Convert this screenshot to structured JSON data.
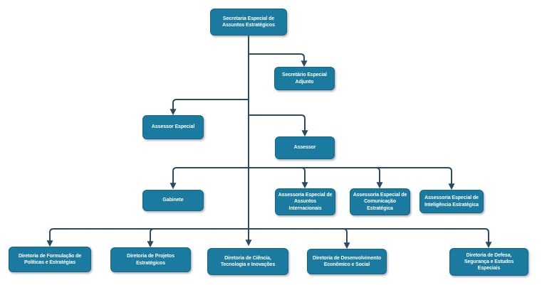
{
  "diagram": {
    "type": "org_chart",
    "colors": {
      "node_fill": "#1b7aa0",
      "node_text": "#ffffff",
      "connector": "#2b4a63",
      "background": "#ffffff"
    }
  },
  "nodes": [
    {
      "id": "root",
      "label": "Secretaria Especial de\nAssuntos Estratégicos",
      "parent": null,
      "level": 1
    },
    {
      "id": "secretario-adjunto",
      "label": "Secretário Especial\nAdjunto",
      "parent": "root",
      "level": 2
    },
    {
      "id": "assessor-especial",
      "label": "Assessor Especial",
      "parent": "root",
      "level": 3
    },
    {
      "id": "assessor",
      "label": "Assessor",
      "parent": "root",
      "level": 4
    },
    {
      "id": "gabinete",
      "label": "Gabinete",
      "parent": "root",
      "level": 5
    },
    {
      "id": "assuntos-internacionais",
      "label": "Assessoria Especial de\nAssuntos\nInternacionais",
      "parent": "root",
      "level": 5
    },
    {
      "id": "comunicacao-estrategica",
      "label": "Assessoria Especial de\nComunicação\nEstratégica",
      "parent": "root",
      "level": 5
    },
    {
      "id": "inteligencia-estrategica",
      "label": "Assessoria Especial de\nInteligência Estratégica",
      "parent": "root",
      "level": 5
    },
    {
      "id": "formulacao-politicas",
      "label": "Diretoria de Formulação de\nPolíticas e Estratégias",
      "parent": "root",
      "level": 6
    },
    {
      "id": "projetos-estrategicos",
      "label": "Diretoria de Projetos\nEstratégicos",
      "parent": "root",
      "level": 6
    },
    {
      "id": "ciencia-tecnologia",
      "label": "Diretoria de Ciência,\nTecnologia e Inovações",
      "parent": "root",
      "level": 6
    },
    {
      "id": "desenvolvimento",
      "label": "Diretoria de Desenvolvimento\nEconômico e Social",
      "parent": "root",
      "level": 6
    },
    {
      "id": "defesa-seguranca",
      "label": "Diretoria de Defesa,\nSegurança e Estudos\nEspeciais",
      "parent": "root",
      "level": 6
    }
  ]
}
